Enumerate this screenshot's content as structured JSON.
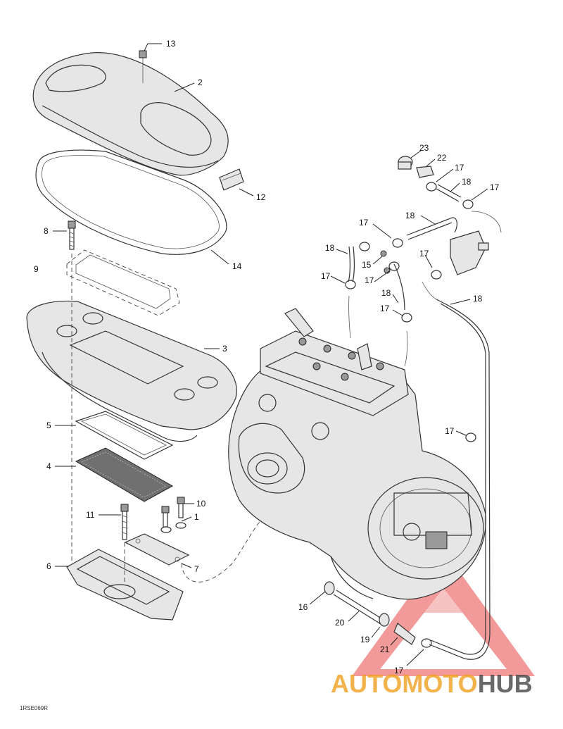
{
  "callouts": [
    {
      "id": "c13",
      "label": "13"
    },
    {
      "id": "c2",
      "label": "2"
    },
    {
      "id": "c12",
      "label": "12"
    },
    {
      "id": "c14",
      "label": "14"
    },
    {
      "id": "c8",
      "label": "8"
    },
    {
      "id": "c9",
      "label": "9"
    },
    {
      "id": "c3",
      "label": "3"
    },
    {
      "id": "c5",
      "label": "5"
    },
    {
      "id": "c4",
      "label": "4"
    },
    {
      "id": "c11",
      "label": "11"
    },
    {
      "id": "c10",
      "label": "10"
    },
    {
      "id": "c1",
      "label": "1"
    },
    {
      "id": "c7",
      "label": "7"
    },
    {
      "id": "c6",
      "label": "6"
    },
    {
      "id": "c16",
      "label": "16"
    },
    {
      "id": "c20",
      "label": "20"
    },
    {
      "id": "c19",
      "label": "19"
    },
    {
      "id": "c21",
      "label": "21"
    },
    {
      "id": "c17a",
      "label": "17"
    },
    {
      "id": "c17b",
      "label": "17"
    },
    {
      "id": "c17c",
      "label": "17"
    },
    {
      "id": "c17d",
      "label": "17"
    },
    {
      "id": "c17e",
      "label": "17"
    },
    {
      "id": "c17f",
      "label": "17"
    },
    {
      "id": "c17g",
      "label": "17"
    },
    {
      "id": "c17h",
      "label": "17"
    },
    {
      "id": "c17i",
      "label": "17"
    },
    {
      "id": "c18a",
      "label": "18"
    },
    {
      "id": "c18b",
      "label": "18"
    },
    {
      "id": "c18c",
      "label": "18"
    },
    {
      "id": "c18d",
      "label": "18"
    },
    {
      "id": "c18e",
      "label": "18"
    },
    {
      "id": "c15",
      "label": "15"
    },
    {
      "id": "c22",
      "label": "22"
    },
    {
      "id": "c23",
      "label": "23"
    }
  ],
  "reference_code": "1RSE069R",
  "watermark": {
    "part1": "AUTO",
    "part2": "MOTO",
    "part3": "HUB",
    "color_primary": "#f0a020",
    "color_secondary": "#e03030",
    "color_dark": "#444444"
  },
  "colors": {
    "line": "#333333",
    "fill": "#e6e6e6",
    "background": "#ffffff"
  }
}
